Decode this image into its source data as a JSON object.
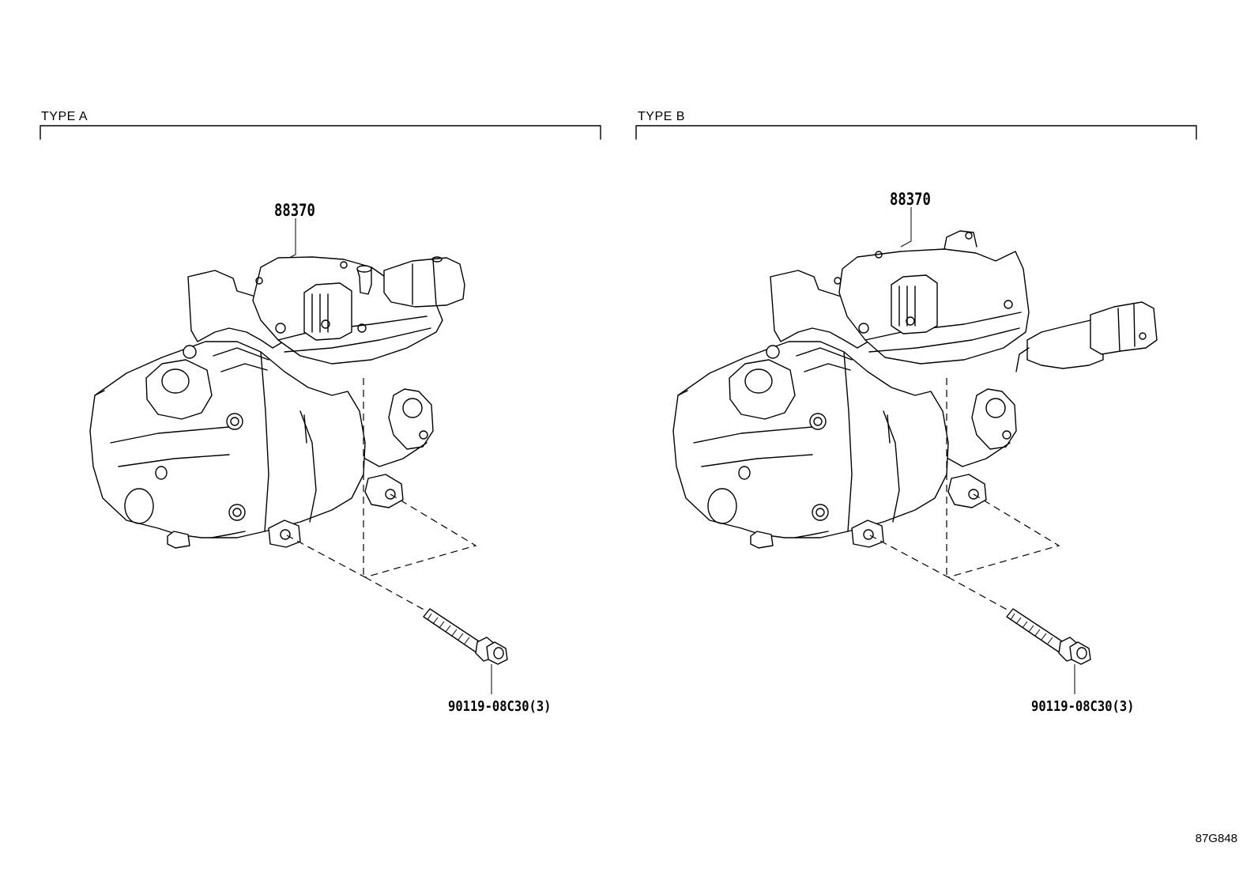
{
  "panels": [
    {
      "label": "TYPE A",
      "part_number": "88370",
      "fastener": "90119-08C30(3)",
      "component": "compressor-assembly"
    },
    {
      "label": "TYPE B",
      "part_number": "88370",
      "fastener": "90119-08C30(3)",
      "component": "compressor-assembly"
    }
  ],
  "reference_code": "87G848"
}
